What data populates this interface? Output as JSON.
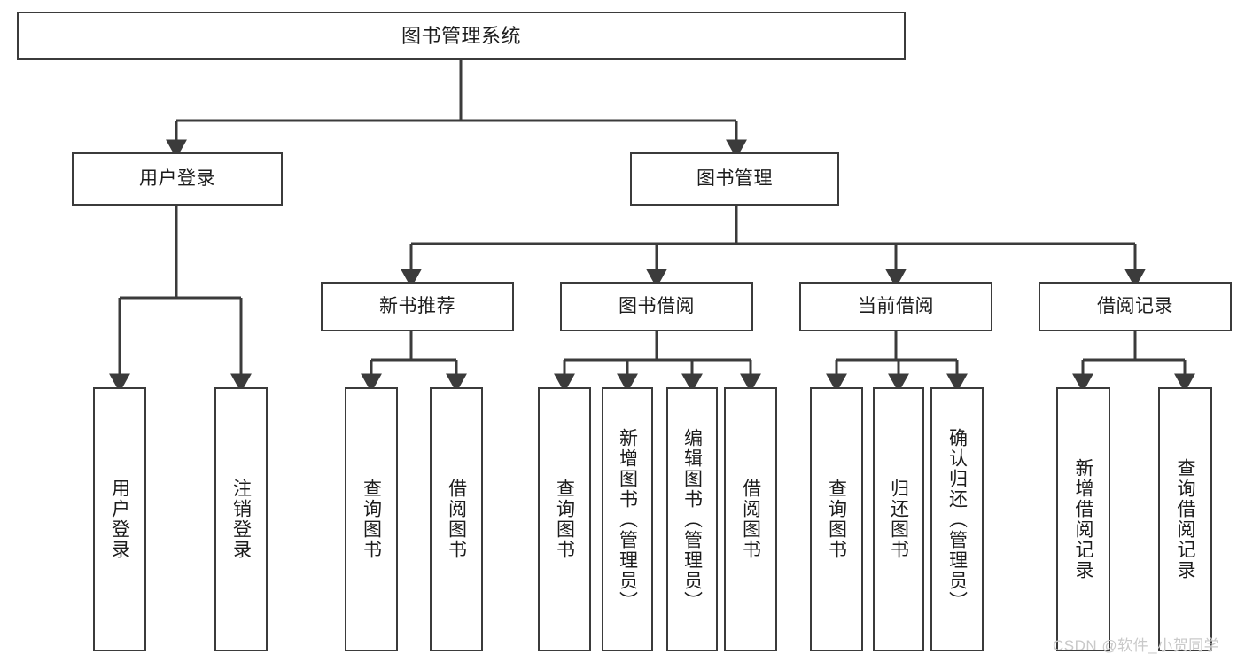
{
  "diagram": {
    "title": "图书管理系统",
    "type": "hierarchy-tree",
    "colors": {
      "box_border": "#3b3b3b",
      "box_fill": "#ffffff",
      "edge": "#3b3b3b",
      "text": "#1c1c1c",
      "watermark": "#c9c9c9",
      "background": "#ffffff"
    },
    "watermark": "CSDN @软件_小贺同学",
    "levels": {
      "root": "图书管理系统",
      "level2": [
        "用户登录",
        "图书管理"
      ],
      "level3": [
        "新书推荐",
        "图书借阅",
        "当前借阅",
        "借阅记录"
      ]
    },
    "nodes": {
      "root": {
        "label": "图书管理系统"
      },
      "user_login": {
        "label": "用户登录"
      },
      "book_manage": {
        "label": "图书管理"
      },
      "new_book_rec": {
        "label": "新书推荐"
      },
      "book_borrow": {
        "label": "图书借阅"
      },
      "current_borrow": {
        "label": "当前借阅"
      },
      "borrow_record": {
        "label": "借阅记录"
      },
      "leaf_user_login": {
        "label": "用户登录"
      },
      "leaf_logout": {
        "label": "注销登录"
      },
      "leaf_query_book_1": {
        "label": "查询图书"
      },
      "leaf_borrow_book_1": {
        "label": "借阅图书"
      },
      "leaf_query_book_2": {
        "label": "查询图书"
      },
      "leaf_add_book_admin": {
        "label": "新增图书（管理员）"
      },
      "leaf_edit_book_admin": {
        "label": "编辑图书（管理员）"
      },
      "leaf_borrow_book_2": {
        "label": "借阅图书"
      },
      "leaf_query_book_3": {
        "label": "查询图书"
      },
      "leaf_return_book": {
        "label": "归还图书"
      },
      "leaf_confirm_return_admin": {
        "label": "确认归还（管理员）"
      },
      "leaf_add_record": {
        "label": "新增借阅记录"
      },
      "leaf_query_record": {
        "label": "查询借阅记录"
      }
    },
    "edges": [
      {
        "from": "root",
        "to": "user_login"
      },
      {
        "from": "root",
        "to": "book_manage"
      },
      {
        "from": "user_login",
        "to": "leaf_user_login"
      },
      {
        "from": "user_login",
        "to": "leaf_logout"
      },
      {
        "from": "book_manage",
        "to": "new_book_rec"
      },
      {
        "from": "book_manage",
        "to": "book_borrow"
      },
      {
        "from": "book_manage",
        "to": "current_borrow"
      },
      {
        "from": "book_manage",
        "to": "borrow_record"
      },
      {
        "from": "new_book_rec",
        "to": "leaf_query_book_1"
      },
      {
        "from": "new_book_rec",
        "to": "leaf_borrow_book_1"
      },
      {
        "from": "book_borrow",
        "to": "leaf_query_book_2"
      },
      {
        "from": "book_borrow",
        "to": "leaf_add_book_admin"
      },
      {
        "from": "book_borrow",
        "to": "leaf_edit_book_admin"
      },
      {
        "from": "book_borrow",
        "to": "leaf_borrow_book_2"
      },
      {
        "from": "current_borrow",
        "to": "leaf_query_book_3"
      },
      {
        "from": "current_borrow",
        "to": "leaf_return_book"
      },
      {
        "from": "current_borrow",
        "to": "leaf_confirm_return_admin"
      },
      {
        "from": "borrow_record",
        "to": "leaf_add_record"
      },
      {
        "from": "borrow_record",
        "to": "leaf_query_record"
      }
    ]
  }
}
